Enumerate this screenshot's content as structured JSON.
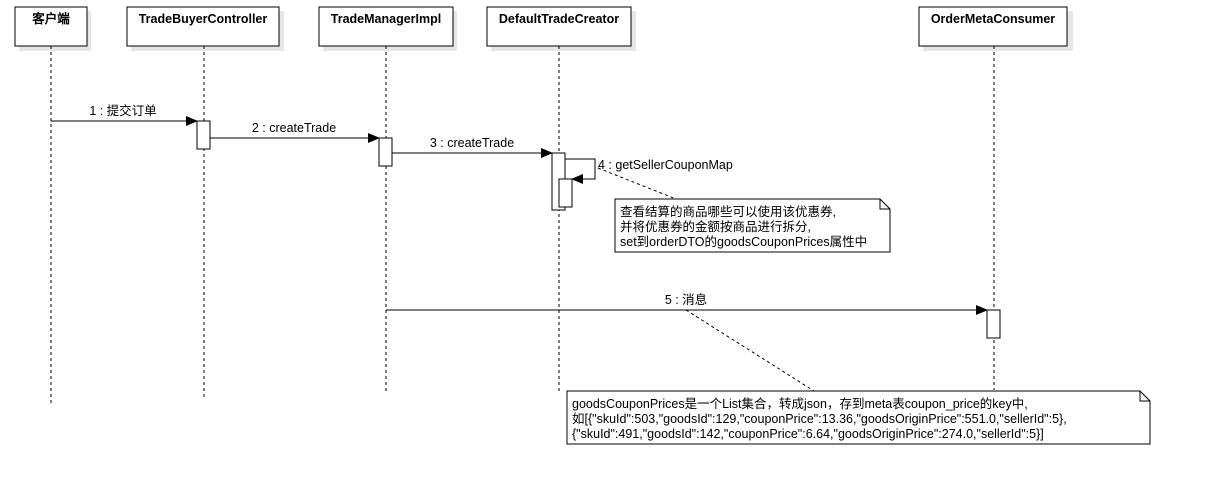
{
  "participants": [
    {
      "name": "客户端"
    },
    {
      "name": "TradeBuyerController"
    },
    {
      "name": "TradeManagerImpl"
    },
    {
      "name": "DefaultTradeCreator"
    },
    {
      "name": "OrderMetaConsumer"
    }
  ],
  "messages": [
    {
      "label": "1 : 提交订单",
      "from": "客户端",
      "to": "TradeBuyerController"
    },
    {
      "label": "2 : createTrade",
      "from": "TradeBuyerController",
      "to": "TradeManagerImpl"
    },
    {
      "label": "3 : createTrade",
      "from": "TradeManagerImpl",
      "to": "DefaultTradeCreator"
    },
    {
      "label": "4 : getSellerCouponMap",
      "from": "DefaultTradeCreator",
      "to": "DefaultTradeCreator"
    },
    {
      "label": "5 : 消息",
      "from": "TradeManagerImpl",
      "to": "OrderMetaConsumer"
    }
  ],
  "notes": [
    {
      "lines": [
        "查看结算的商品哪些可以使用该优惠券,",
        "并将优惠券的金额按商品进行拆分,",
        "set到orderDTO的goodsCouponPrices属性中"
      ]
    },
    {
      "lines": [
        "goodsCouponPrices是一个List集合，转成json，存到meta表coupon_price的key中,",
        "如[{\"skuId\":503,\"goodsId\":129,\"couponPrice\":13.36,\"goodsOriginPrice\":551.0,\"sellerId\":5},",
        "{\"skuId\":491,\"goodsId\":142,\"couponPrice\":6.64,\"goodsOriginPrice\":274.0,\"sellerId\":5}]"
      ]
    }
  ]
}
